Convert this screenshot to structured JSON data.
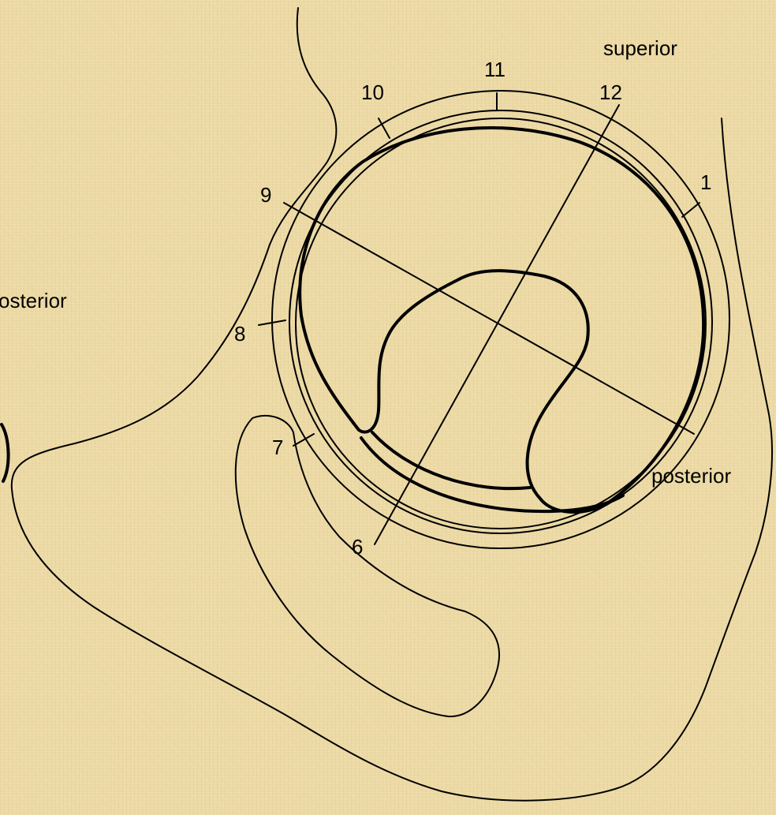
{
  "labels": {
    "superior": "superior",
    "posterior_left": "osterior",
    "posterior_right": "posterior",
    "clock_1": "1",
    "clock_6": "6",
    "clock_7": "7",
    "clock_8": "8",
    "clock_9": "9",
    "clock_10": "10",
    "clock_11": "11",
    "clock_12": "12"
  },
  "colors": {
    "background": "#ecd9a4",
    "line": "#000000"
  }
}
